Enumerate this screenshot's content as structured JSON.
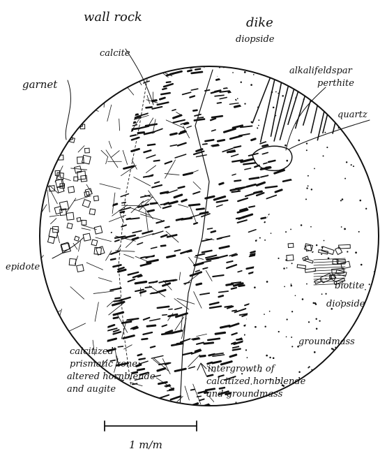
{
  "labels": {
    "wall_rock": "wall rock",
    "dike": "dike",
    "diopside_top": "diopside",
    "calcite": "calcite",
    "alkalifeldspar": "alkalifeldspar",
    "perthite": "perthite",
    "garnet": "garnet",
    "quartz": "quartz",
    "epidote": "epidote",
    "biotite": "biotite",
    "diopside_right": "diopside",
    "groundmass": "groundmass",
    "calcitized_1": "calcitized",
    "calcitized_2": "prismatic zone:",
    "calcitized_3": "altered hornblende",
    "calcitized_4": "and augite",
    "intergrowth_1": "intergrowth of",
    "intergrowth_2": "calcitized hornblende",
    "intergrowth_3": "and groundmass",
    "scale_bar": "1 m/m"
  },
  "colors": {
    "ink": "#111111",
    "paper": "#ffffff"
  },
  "icons": {
    "scale": "scale-bar-icon",
    "arrow": "leader-arrow-icon"
  }
}
